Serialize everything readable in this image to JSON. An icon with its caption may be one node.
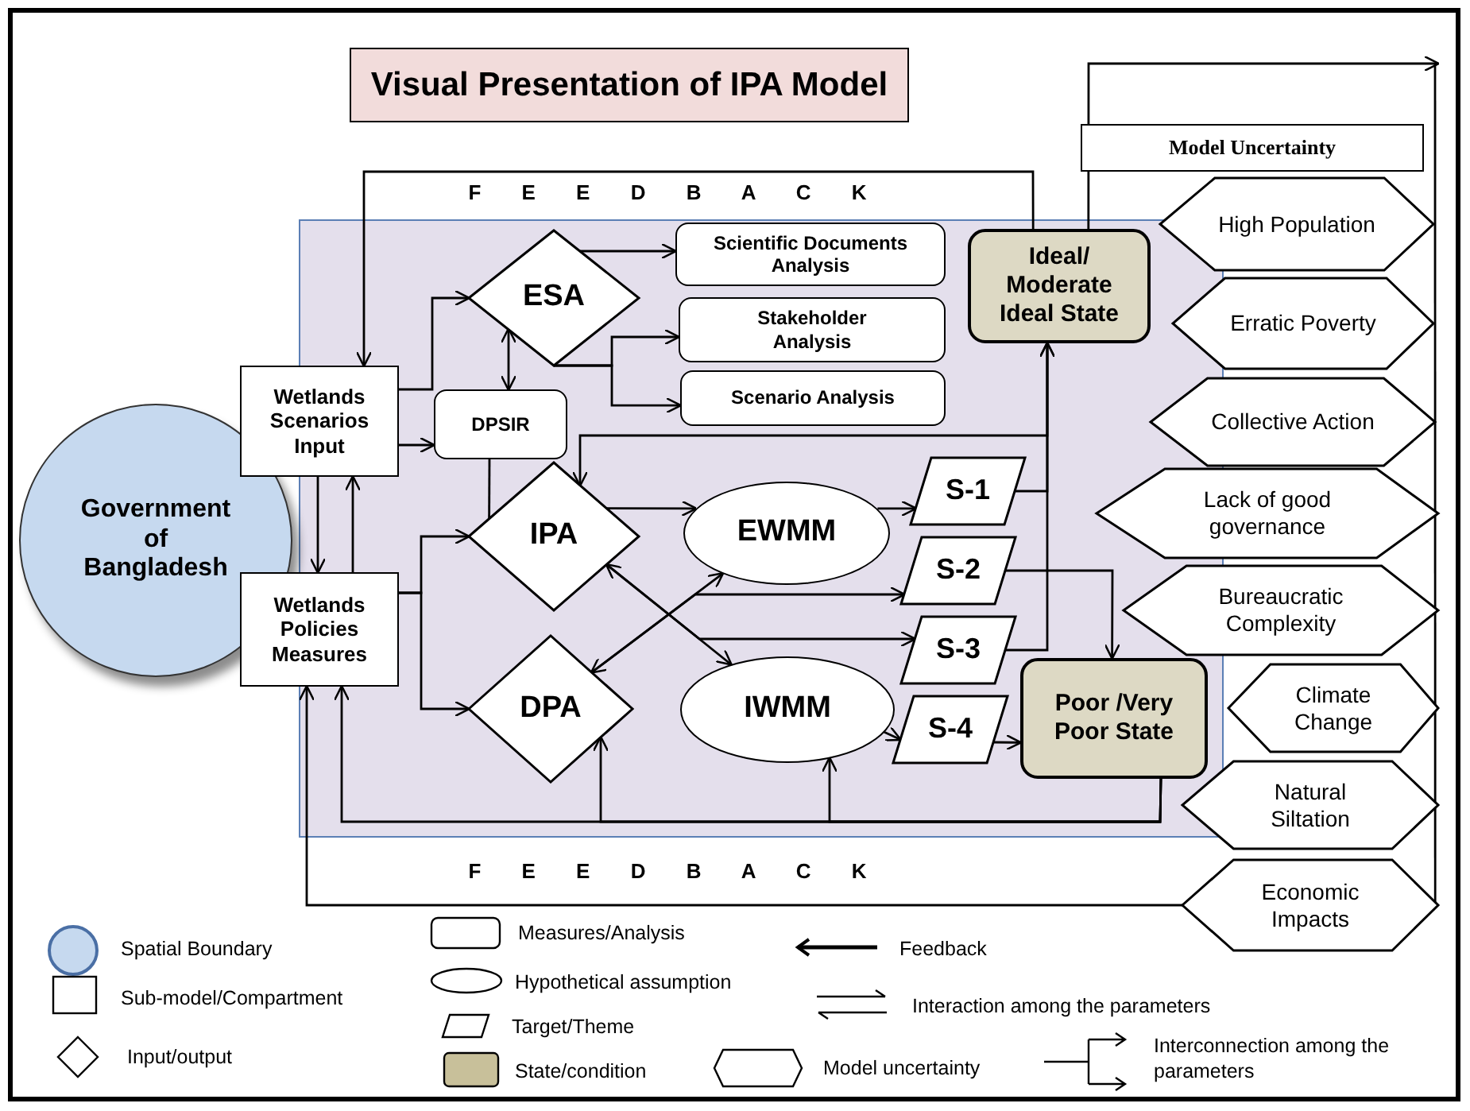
{
  "diagram": {
    "title": "Visual Presentation of IPA Model",
    "nodes": [
      {
        "text": [
          "Government of Bangladesh"
        ]
      },
      {
        "text": [
          "Wetlands Scenarios Input"
        ]
      },
      {
        "text": [
          "Wetlands Policies Measures"
        ]
      },
      {
        "text": [
          "ESA"
        ]
      },
      {
        "text": [
          "DPSIR"
        ]
      },
      {
        "text": [
          "Scientific Documents Analysis"
        ]
      },
      {
        "text": [
          "Stakeholder Analysis"
        ]
      },
      {
        "text": [
          "Scenario Analysis"
        ]
      },
      {
        "text": [
          "Ideal/ Moderate Ideal State"
        ]
      },
      {
        "text": [
          "IPA"
        ]
      },
      {
        "text": [
          "EWMM"
        ]
      },
      {
        "text": [
          "S-1"
        ]
      },
      {
        "text": [
          "S-2"
        ]
      },
      {
        "text": [
          "S-3"
        ]
      },
      {
        "text": [
          "DPA"
        ]
      },
      {
        "text": [
          "IWMM"
        ]
      },
      {
        "text": [
          "S-4"
        ]
      },
      {
        "text": [
          "Poor /Very Poor State"
        ]
      },
      {
        "text": [
          "Model Uncertainty"
        ]
      },
      {
        "text": [
          "High Population"
        ]
      },
      {
        "text": [
          "Erratic Poverty"
        ]
      },
      {
        "text": [
          "Collective Action"
        ]
      },
      {
        "text": [
          "Lack of good governance"
        ]
      },
      {
        "text": [
          "Bureaucratic Complexity"
        ]
      },
      {
        "text": [
          "Climate Change"
        ]
      },
      {
        "text": [
          "Natural Siltation"
        ]
      },
      {
        "text": [
          "Economic Impacts"
        ]
      }
    ],
    "edges": [
      {
        "from": 8,
        "to": 1,
        "arrow": "to",
        "label": "F E E D B A C K"
      },
      {
        "from": 8,
        "to": null,
        "arrow": "to"
      },
      {
        "from": 1,
        "to": 3,
        "arrow": "to"
      },
      {
        "from": 1,
        "to": 4,
        "arrow": "to"
      },
      {
        "from": 3,
        "to": 4,
        "arrow": "both"
      },
      {
        "from": 3,
        "to": 5,
        "arrow": "to"
      },
      {
        "from": 3,
        "to": 6,
        "arrow": "to"
      },
      {
        "from": 3,
        "to": 7,
        "arrow": "to"
      },
      {
        "from": 4,
        "to": 9,
        "arrow": "none"
      },
      {
        "from": 8,
        "to": 9,
        "arrow": "to"
      },
      {
        "from": 11,
        "to": 8,
        "arrow": "to"
      },
      {
        "from": 13,
        "to": 8,
        "arrow": "to"
      },
      {
        "from": 2,
        "to": 9,
        "arrow": "to"
      },
      {
        "from": 2,
        "to": 14,
        "arrow": "to"
      },
      {
        "from": 1,
        "to": 2,
        "arrow": "to"
      },
      {
        "from": 2,
        "to": 1,
        "arrow": "to"
      },
      {
        "from": 9,
        "to": 10,
        "arrow": "to"
      },
      {
        "from": 9,
        "to": 15,
        "arrow": "both"
      },
      {
        "from": 14,
        "to": 10,
        "arrow": "both"
      },
      {
        "from": 14,
        "to": 12,
        "arrow": "to"
      },
      {
        "from": 9,
        "to": 13,
        "arrow": "to"
      },
      {
        "from": 10,
        "to": 11,
        "arrow": "to"
      },
      {
        "from": 15,
        "to": 16,
        "arrow": "to"
      },
      {
        "from": 12,
        "to": 17,
        "arrow": "to"
      },
      {
        "from": 16,
        "to": 17,
        "arrow": "to"
      },
      {
        "from": 17,
        "to": 2,
        "arrow": "to"
      },
      {
        "from": 17,
        "to": 15,
        "arrow": "to"
      },
      {
        "from": 17,
        "to": 14,
        "arrow": "to"
      },
      {
        "from": 26,
        "to": 2,
        "arrow": "to",
        "label": "F E E D B A C K"
      },
      {
        "from": 26,
        "to": null,
        "arrow": "none"
      }
    ],
    "legend": [
      {
        "text": "Spatial Boundary"
      },
      {
        "text": "Sub-model/Compartment"
      },
      {
        "text": "Input/output"
      },
      {
        "text": "Measures/Analysis"
      },
      {
        "text": "Hypothetical assumption"
      },
      {
        "text": "Target/Theme"
      },
      {
        "text": "State/condition"
      },
      {
        "text": "Feedback"
      },
      {
        "text": "Interaction among the parameters"
      },
      {
        "text": "Model uncertainty"
      },
      {
        "text": "Interconnection among the parameters"
      }
    ]
  }
}
